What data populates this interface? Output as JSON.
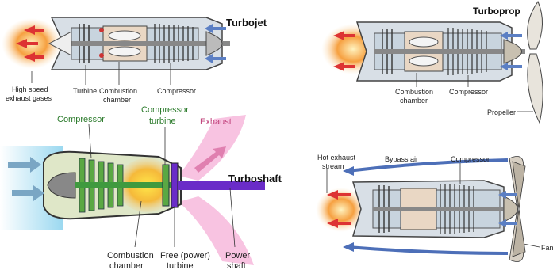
{
  "turbojet": {
    "title": "Turbojet",
    "labels": {
      "exhaust_line1": "High speed",
      "exhaust_line2": "exhaust gases",
      "turbine": "Turbine",
      "combustion_line1": "Combustion",
      "combustion_line2": "chamber",
      "compressor": "Compressor"
    }
  },
  "turboprop": {
    "title": "Turboprop",
    "labels": {
      "combustion_line1": "Combustion",
      "combustion_line2": "chamber",
      "compressor": "Compressor",
      "propeller": "Propeller"
    }
  },
  "turboshaft": {
    "title": "Turboshaft",
    "labels": {
      "compressor": "Compressor",
      "compressor_turbine_line1": "Compressor",
      "compressor_turbine_line2": "turbine",
      "exhaust": "Exhaust",
      "combustion_line1": "Combustion",
      "combustion_line2": "chamber",
      "free_turbine_line1": "Free (power)",
      "free_turbine_line2": "turbine",
      "power_shaft_line1": "Power",
      "power_shaft_line2": "shaft"
    }
  },
  "turbofan": {
    "labels": {
      "hot_exhaust_line1": "Hot exhaust",
      "hot_exhaust_line2": "stream",
      "bypass_air": "Bypass air",
      "compressor": "Compressor",
      "fan": "Fan"
    }
  }
}
